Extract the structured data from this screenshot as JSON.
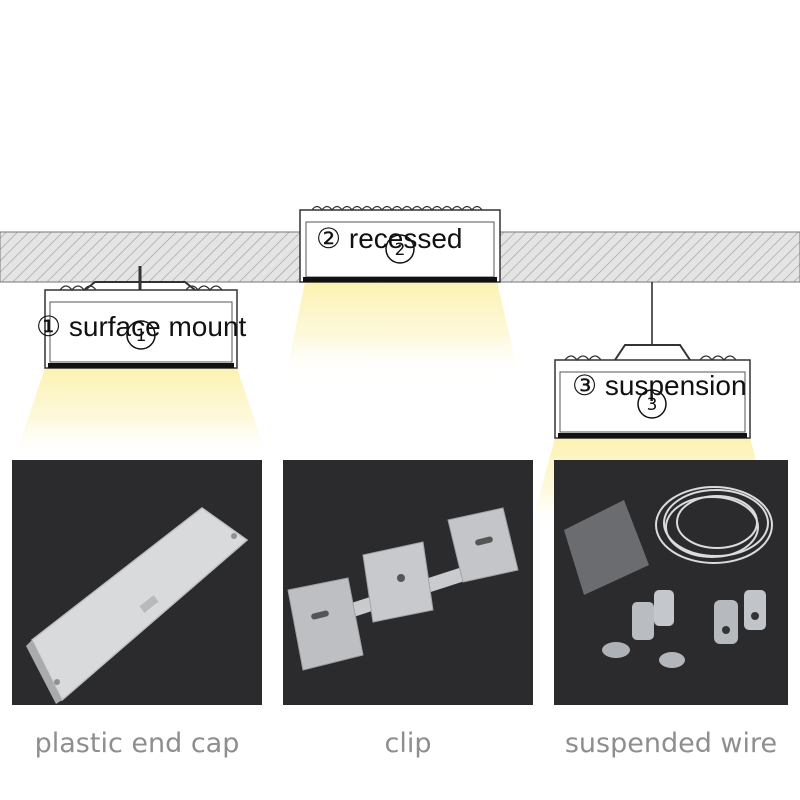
{
  "diagram": {
    "profiles": [
      {
        "number": "1",
        "label": "① surface mount"
      },
      {
        "number": "2",
        "label": "② recessed"
      },
      {
        "number": "3",
        "label": "③ suspension"
      }
    ]
  },
  "accessories": [
    {
      "label": "plastic end cap"
    },
    {
      "label": "clip"
    },
    {
      "label": "suspended wire"
    }
  ]
}
